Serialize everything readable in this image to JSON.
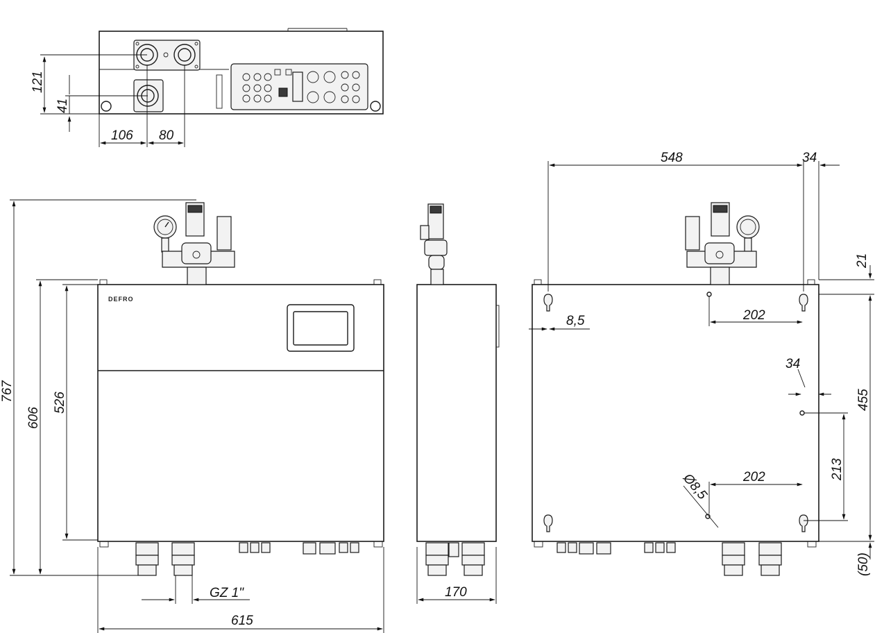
{
  "logo": {
    "text": "DEFRO"
  },
  "dimensions": {
    "top_121": "121",
    "top_41": "41",
    "top_106": "106",
    "top_80": "80",
    "front_767": "767",
    "front_606": "606",
    "front_526": "526",
    "front_gz": "GZ 1\"",
    "front_615": "615",
    "side_170": "170",
    "rear_548": "548",
    "rear_34_top": "34",
    "rear_21": "21",
    "rear_8_5": "8,5",
    "rear_202_top": "202",
    "rear_34_mid": "34",
    "rear_455": "455",
    "rear_213": "213",
    "rear_202_bottom": "202",
    "rear_hole_dia": "Ø8,5",
    "rear_50": "(50)"
  }
}
